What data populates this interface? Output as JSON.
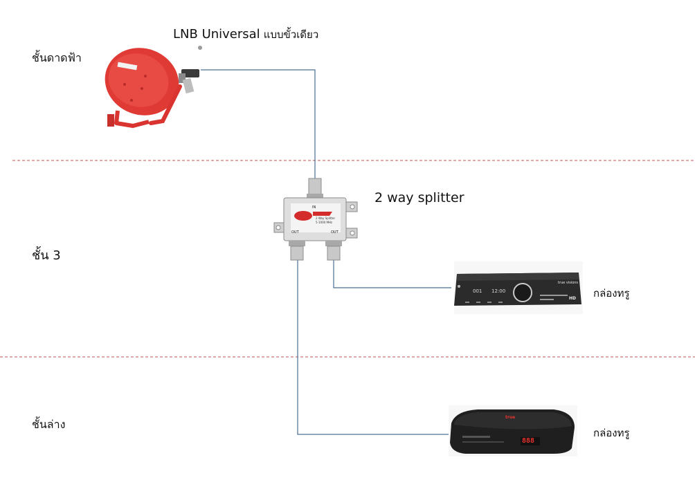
{
  "floors": {
    "roof": "ชั้นดาดฟ้า",
    "third": "ชั้น 3",
    "ground": "ชั้นล่าง"
  },
  "lnb": {
    "name": "LNB Universal",
    "suffix": "แบบขั้วเดียว"
  },
  "splitter": {
    "label": "2 way splitter",
    "port_in": "IN",
    "port_out_left": "OUT",
    "port_out_right": "OUT",
    "body_text_1": "2 Way Splitter",
    "body_text_2": "5-1000 MHz"
  },
  "receiver_top": {
    "label": "กล่องทรู",
    "display_1": "001",
    "display_2": "12:00",
    "brand": "true visions",
    "badge": "HD"
  },
  "receiver_bottom": {
    "label": "กล่องทรู",
    "display": "888",
    "brand": "true"
  },
  "colors": {
    "cable": "#4a6f95",
    "divider": "#c0504d",
    "dish": "#e03a35",
    "receiver": "#2b2b2b"
  },
  "icons": {
    "dish": "satellite-dish-icon",
    "splitter": "coax-splitter-icon",
    "receiver": "set-top-box-icon"
  }
}
